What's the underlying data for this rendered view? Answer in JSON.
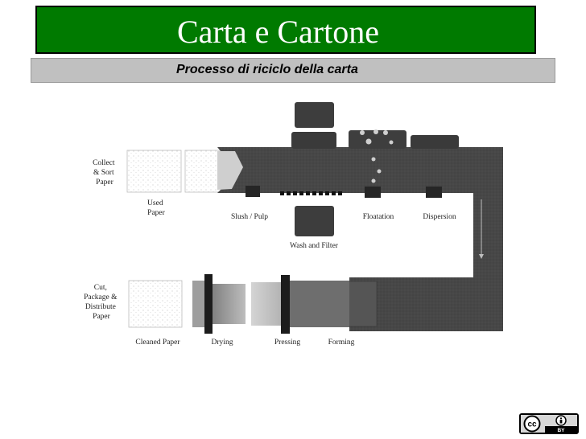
{
  "slide": {
    "title": "Carta e Cartone",
    "subtitle": "Processo di riciclo della carta"
  },
  "diagram": {
    "top_row": {
      "collect": [
        "Collect",
        "& Sort",
        "Paper"
      ],
      "used": [
        "Used",
        "Paper"
      ],
      "slush": "Slush / Pulp",
      "wash": "Wash and Filter",
      "flotation": "Floatation",
      "dispersion": "Dispersion"
    },
    "bottom_row": {
      "cut": [
        "Cut,",
        "Package &",
        "Distribute",
        "Paper"
      ],
      "cleaned": "Cleaned Paper",
      "drying": "Drying",
      "pressing": "Pressing",
      "forming": "Forming"
    }
  },
  "badge": {
    "cc": "cc",
    "by": "BY"
  },
  "colors": {
    "title_bg": "#007a00",
    "subtitle_bg": "#c0c0c0",
    "machine": "#3c3c3c"
  }
}
